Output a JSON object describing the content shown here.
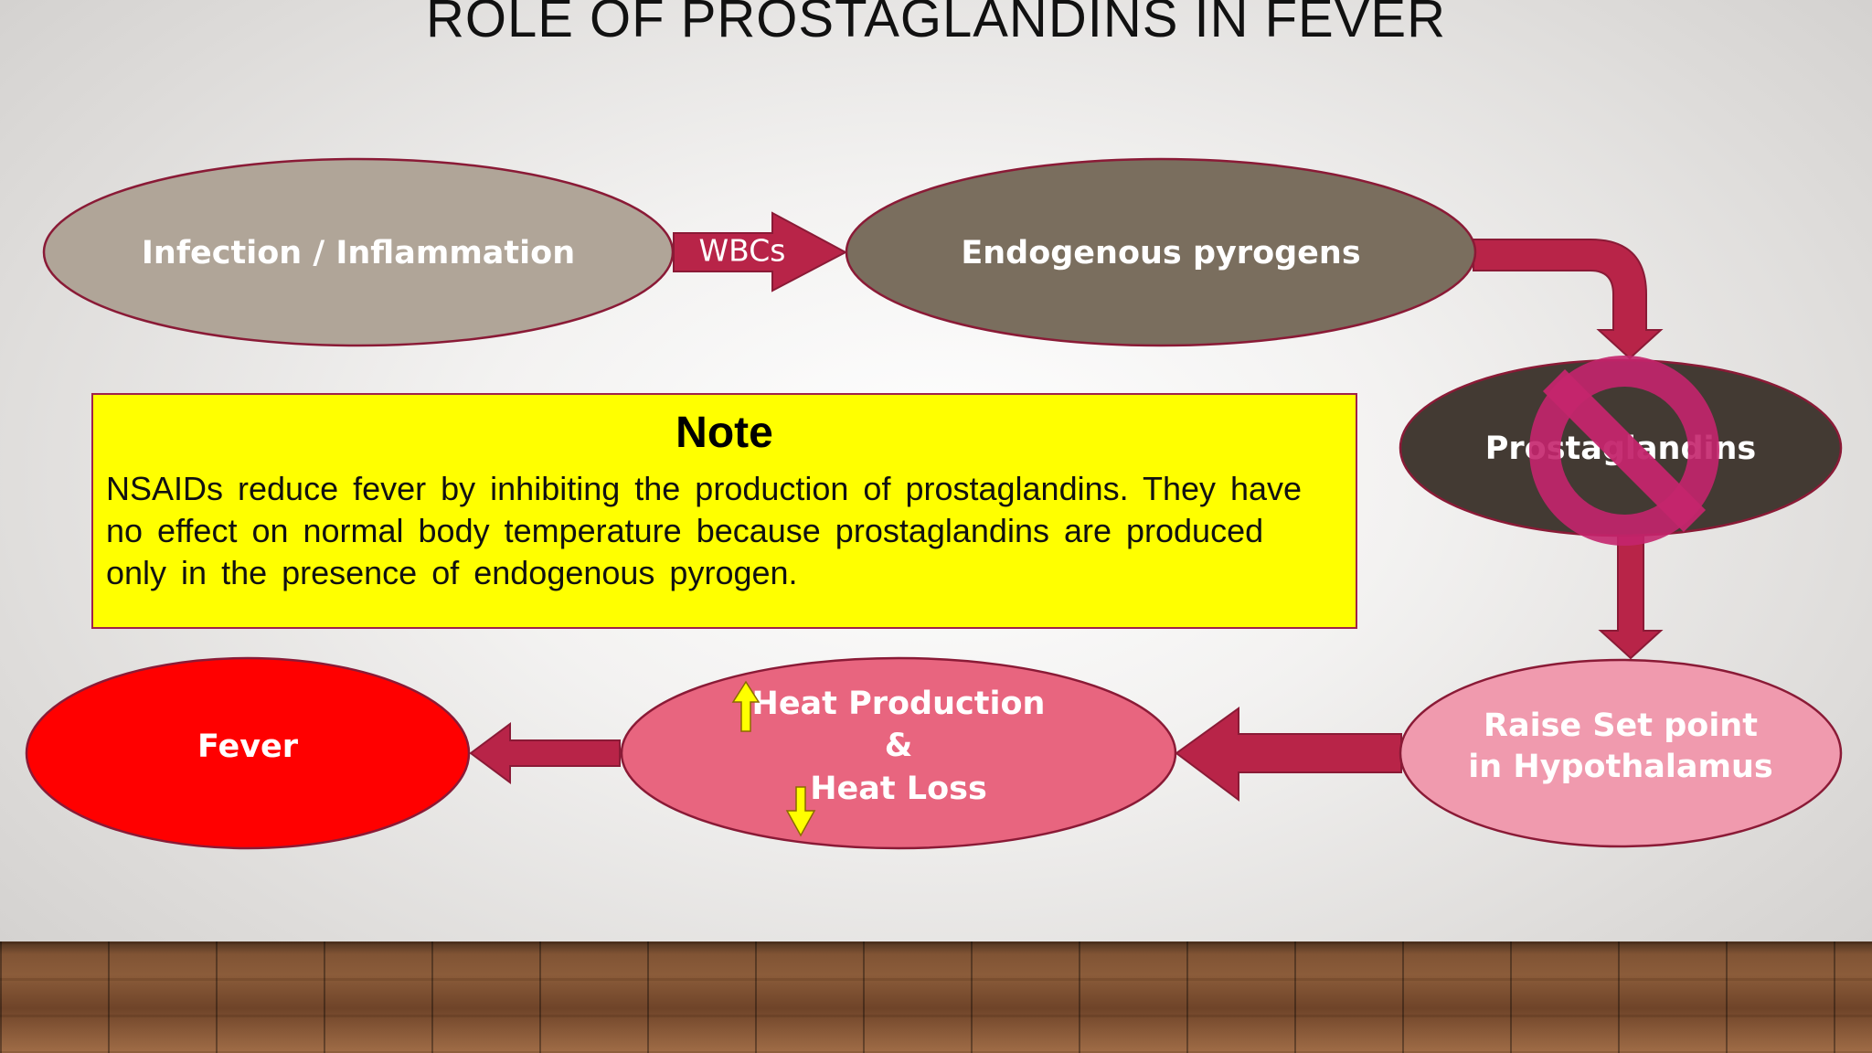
{
  "title": "ROLE OF PROSTAGLANDINS IN FEVER",
  "nodes": {
    "infection": "Infection / Inflammation",
    "pyrogens": "Endogenous pyrogens",
    "prostaglandins": "Prostaglandins",
    "setpoint_line1": "Raise Set point",
    "setpoint_line2": "in Hypothalamus",
    "heat_line1": "Heat Production",
    "heat_line2": "&",
    "heat_line3": "Heat Loss",
    "fever": "Fever"
  },
  "arrow_labels": {
    "wbcs": "WBCs"
  },
  "note": {
    "title": "Note",
    "body": "NSAIDs reduce fever by inhibiting the production of prostaglandins. They have no effect on normal body temperature because prostaglandins are produced only in the presence of endogenous pyrogen."
  },
  "icons": {
    "inhibition": "no-symbol-icon",
    "increase": "up-arrow-icon",
    "decrease": "down-arrow-icon"
  },
  "colors": {
    "arrow": "#b82448",
    "infection": "#b0a598",
    "pyrogens": "#7a6e5e",
    "prostaglandins": "#433a33",
    "setpoint": "#f09aae",
    "heat": "#e8657f",
    "fever": "#ff0000",
    "note_bg": "#ffff00",
    "no_symbol": "#c4256d"
  }
}
